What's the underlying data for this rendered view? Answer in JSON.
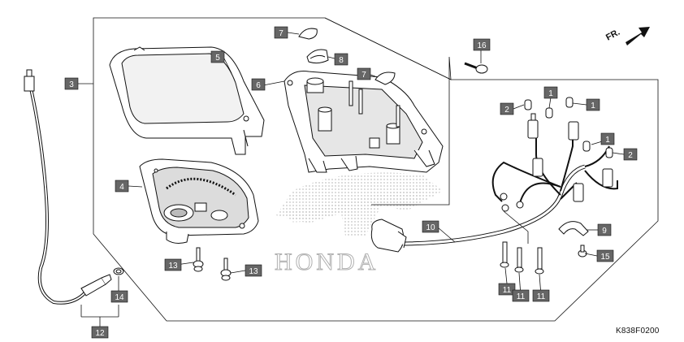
{
  "diagram": {
    "drawing_code": "K838F0200",
    "direction_label": "FR.",
    "watermark_text": "HONDA",
    "callouts": [
      {
        "id": "c1a",
        "label": "1"
      },
      {
        "id": "c1b",
        "label": "1"
      },
      {
        "id": "c1c",
        "label": "1"
      },
      {
        "id": "c2a",
        "label": "2"
      },
      {
        "id": "c2b",
        "label": "2"
      },
      {
        "id": "c3",
        "label": "3"
      },
      {
        "id": "c4",
        "label": "4"
      },
      {
        "id": "c5",
        "label": "5"
      },
      {
        "id": "c6",
        "label": "6"
      },
      {
        "id": "c7a",
        "label": "7"
      },
      {
        "id": "c7b",
        "label": "7"
      },
      {
        "id": "c8",
        "label": "8"
      },
      {
        "id": "c9",
        "label": "9"
      },
      {
        "id": "c10",
        "label": "10"
      },
      {
        "id": "c11a",
        "label": "11"
      },
      {
        "id": "c11b",
        "label": "11"
      },
      {
        "id": "c11c",
        "label": "11"
      },
      {
        "id": "c12",
        "label": "12"
      },
      {
        "id": "c13a",
        "label": "13"
      },
      {
        "id": "c13b",
        "label": "13"
      },
      {
        "id": "c14",
        "label": "14"
      },
      {
        "id": "c15",
        "label": "15"
      },
      {
        "id": "c16",
        "label": "16"
      }
    ]
  }
}
